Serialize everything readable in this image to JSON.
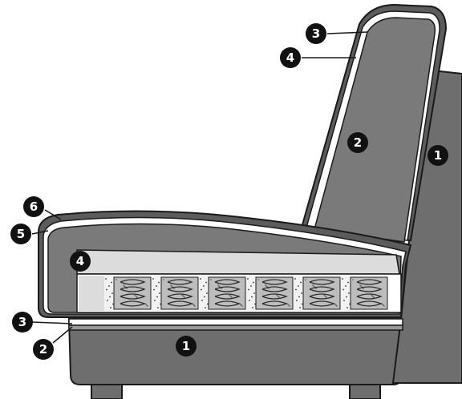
{
  "colors": {
    "frame": "#6e6e6e",
    "frame_light": "#8c8c8c",
    "cushion": "#7a7a7a",
    "outline": "#1a1a1a",
    "layer_white": "#ffffff",
    "foam": "#dcdcdc",
    "spring_block": "#bdbdbd",
    "badge_fill": "#111111"
  },
  "callouts": [
    {
      "id": "c1-back",
      "label": "1"
    },
    {
      "id": "c1-base",
      "label": "1"
    },
    {
      "id": "c2-back",
      "label": "2"
    },
    {
      "id": "c2-base",
      "label": "2"
    },
    {
      "id": "c3-back",
      "label": "3"
    },
    {
      "id": "c3-base",
      "label": "3"
    },
    {
      "id": "c4-back",
      "label": "4"
    },
    {
      "id": "c4-seat",
      "label": "4"
    },
    {
      "id": "c5-seat",
      "label": "5"
    },
    {
      "id": "c6-seat",
      "label": "6"
    }
  ]
}
